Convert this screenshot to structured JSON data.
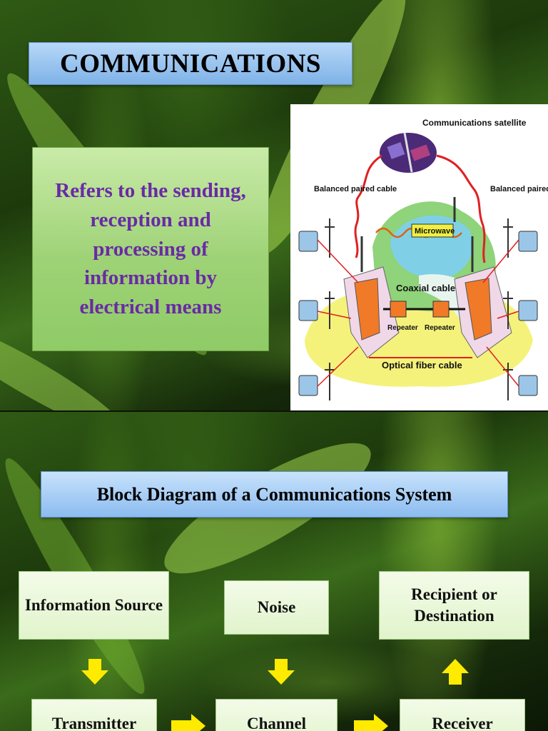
{
  "slide1": {
    "title": "COMMUNICATIONS",
    "definition": "Refers to the sending, reception and processing of information by electrical means",
    "illustration_labels": {
      "satellite": "Communications satellite",
      "balanced_left": "Balanced\npaired cable",
      "balanced_right": "Balanced\npaired cable",
      "microwave": "Microwave",
      "coaxial": "Coaxial cable",
      "repeater1": "Repeater",
      "repeater2": "Repeater",
      "optical": "Optical fiber cable"
    }
  },
  "slide2": {
    "title": "Block Diagram of a Communications System",
    "blocks": {
      "information_source": "Information Source",
      "noise": "Noise",
      "recipient": "Recipient or Destination",
      "transmitter": "Transmitter",
      "channel": "Channel",
      "receiver": "Receiver"
    }
  },
  "colors": {
    "title_fill": "#8cbcf0",
    "definition_text": "#6a2aa6",
    "definition_fill": "#9ed276",
    "block_fill": "#e1f4cc",
    "arrow": "#ffeb00"
  }
}
